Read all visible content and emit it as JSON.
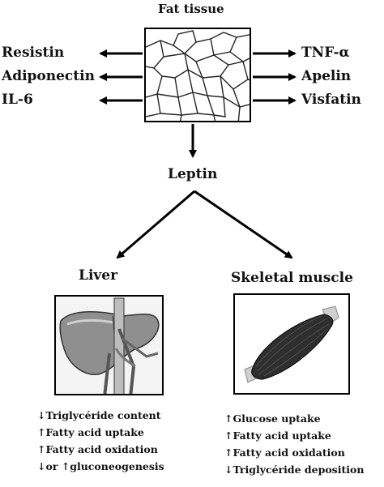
{
  "title": "Fat tissue",
  "left_labels": [
    "Resistin",
    "Adiponectin",
    "IL-6"
  ],
  "right_labels": [
    "TNF-α",
    "Apelin",
    "Visfatin"
  ],
  "center_label": "Leptin",
  "branches": {
    "left": {
      "title": "Liver",
      "effects": [
        {
          "arrow": "↓",
          "text": "Triglycéride content"
        },
        {
          "arrow": "↑",
          "text": "Fatty acid uptake"
        },
        {
          "arrow": "↑",
          "text": "Fatty acid oxidation"
        },
        {
          "arrow": "↓",
          "text": "or ↑gluconeogenesis"
        }
      ]
    },
    "right": {
      "title": "Skeletal muscle",
      "effects": [
        {
          "arrow": "↑",
          "text": "Glucose uptake"
        },
        {
          "arrow": "↑",
          "text": "Fatty acid uptake"
        },
        {
          "arrow": "↑",
          "text": "Fatty acid oxidation"
        },
        {
          "arrow": "↓",
          "text": "Triglycéride deposition"
        }
      ]
    }
  }
}
